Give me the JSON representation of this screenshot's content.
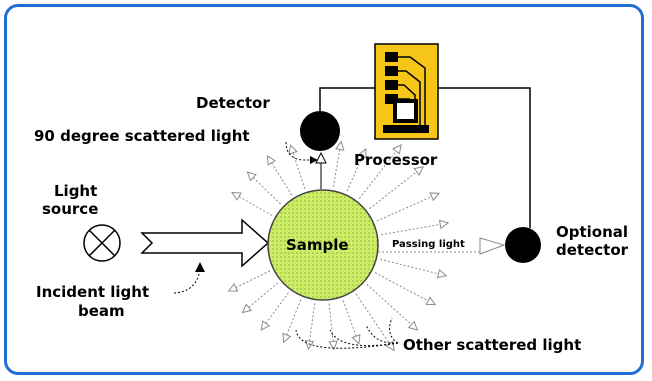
{
  "labels": {
    "detector": "Detector",
    "scattered_90": "90 degree scattered light",
    "processor": "Processor",
    "light_source_line1": "Light",
    "light_source_line2": "source",
    "sample": "Sample",
    "passing_light": "Passing light",
    "optional_detector_line1": "Optional",
    "optional_detector_line2": "detector",
    "incident_line1": "Incident light",
    "incident_line2": "beam",
    "other_scattered": "Other scattered light"
  },
  "icons": [
    "light-source-icon",
    "detector-icon",
    "optional-detector-icon",
    "processor-chip-icon",
    "sample-sphere"
  ],
  "colors": {
    "frame": "#1f6fd6",
    "sample_fill": "#ccee66",
    "processor_fill": "#f5c518",
    "detector_fill": "#000000",
    "ray_stroke": "#8c8c8c"
  }
}
